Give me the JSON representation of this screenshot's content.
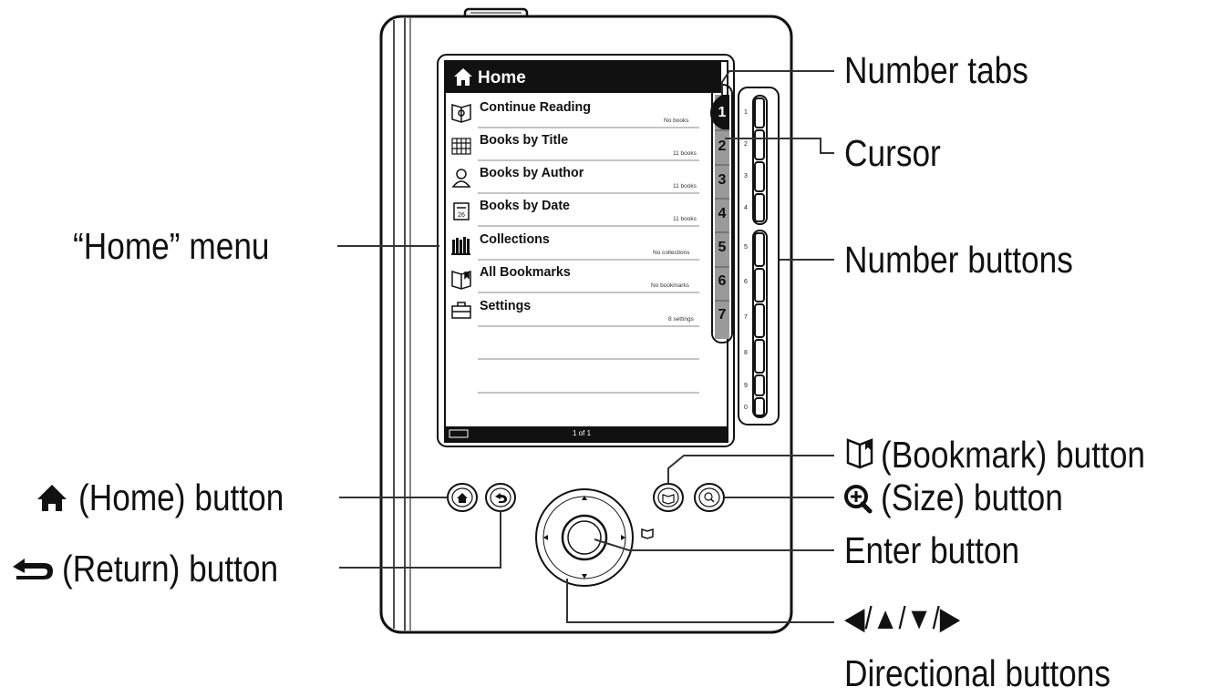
{
  "device": {
    "screen": {
      "title": "Home",
      "menu_items": [
        {
          "label": "Continue Reading",
          "sub": "No books",
          "icon": "open-book-icon"
        },
        {
          "label": "Books by Title",
          "sub": "11 books",
          "icon": "grid-icon"
        },
        {
          "label": "Books by Author",
          "sub": "11 books",
          "icon": "person-icon"
        },
        {
          "label": "Books by Date",
          "sub": "11 books",
          "icon": "calendar-icon"
        },
        {
          "label": "Collections",
          "sub": "No collections",
          "icon": "shelf-icon"
        },
        {
          "label": "All Bookmarks",
          "sub": "No bookmarks",
          "icon": "bookmark-book-icon"
        },
        {
          "label": "Settings",
          "sub": "8 settings",
          "icon": "toolbox-icon"
        }
      ],
      "number_tabs": [
        "1",
        "2",
        "3",
        "4",
        "5",
        "6",
        "7"
      ],
      "footer_page": "1 of 1"
    },
    "number_buttons": [
      "1",
      "2",
      "3",
      "4",
      "5",
      "6",
      "7",
      "8",
      "9",
      "0"
    ]
  },
  "callouts": {
    "home_menu": "“Home” menu",
    "number_tabs": "Number tabs",
    "cursor": "Cursor",
    "number_buttons": "Number buttons",
    "bookmark_button": "(Bookmark) button",
    "size_button": "(Size) button",
    "enter_button": "Enter button",
    "directional_symbols": "◀/▲/▼/▶",
    "directional_buttons": "Directional buttons",
    "home_button": "(Home) button",
    "return_button": "(Return) button"
  }
}
